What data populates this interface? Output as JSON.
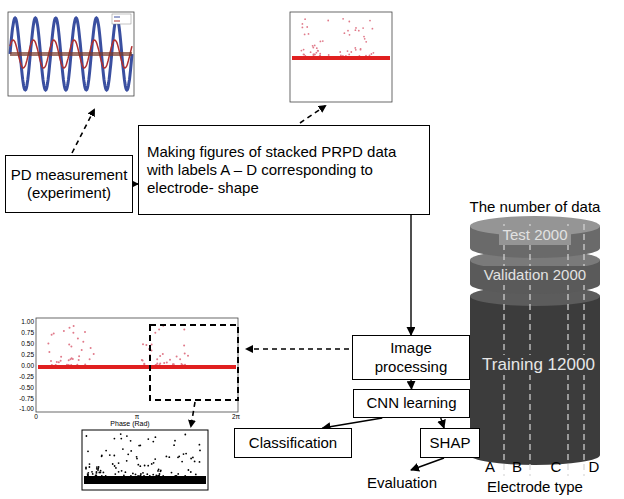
{
  "diagram": {
    "nodes": [
      {
        "text": [
          "PD measurement (experiment)"
        ]
      },
      {
        "text": [
          "Making figures of stacked PRPD data with labels A – D corresponding to electrode- shape"
        ]
      },
      {
        "text": [
          "Image processing"
        ]
      },
      {
        "text": [
          "CNN learning"
        ]
      },
      {
        "text": [
          "Classification"
        ]
      },
      {
        "text": [
          "SHAP"
        ]
      },
      {
        "text": [
          "Evaluation"
        ]
      },
      {
        "text": [
          "Test 2000"
        ]
      },
      {
        "text": [
          "Validation 2000"
        ]
      },
      {
        "text": [
          "Training 12000"
        ]
      }
    ],
    "edges": [
      {
        "from": 0,
        "to": 1,
        "arrow": "to"
      },
      {
        "from": 1,
        "to": 2,
        "arrow": "to"
      },
      {
        "from": 2,
        "to": 3,
        "arrow": "to"
      },
      {
        "from": 3,
        "to": 4,
        "arrow": "to"
      },
      {
        "from": 3,
        "to": 5,
        "arrow": "to"
      },
      {
        "from": 5,
        "to": 6,
        "arrow": "to"
      }
    ],
    "labels": [
      "1.00",
      "0.75",
      "0.50",
      "0.25",
      "0.00",
      "-0.25",
      "-0.50",
      "-0.75",
      "-1.00",
      "Phase (Rad)",
      "0",
      "π",
      "2π",
      "The number of data",
      "A",
      "B",
      "C",
      "D",
      "Electrode type"
    ]
  }
}
